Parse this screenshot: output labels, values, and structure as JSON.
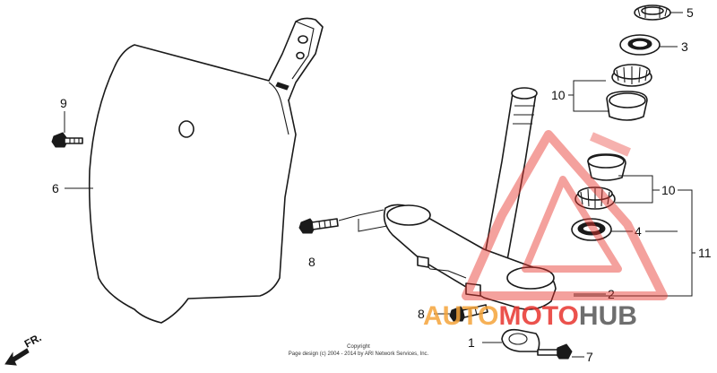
{
  "callouts": {
    "c1": "1",
    "c2": "2",
    "c3": "3",
    "c4": "4",
    "c5": "5",
    "c6": "6",
    "c7": "7",
    "c8a": "8",
    "c8b": "8",
    "c9": "9",
    "c10a": "10",
    "c10b": "10",
    "c11": "11"
  },
  "direction_label": "FR.",
  "copyright": {
    "line1": "Copyright",
    "line2": "Page design (c) 2004 - 2014 by ARI Network Services, Inc."
  },
  "watermark": {
    "part1": "AUTO",
    "part2": "MOTO",
    "part3": "HUB",
    "colors": {
      "orange": "#f5a43a",
      "red": "#e8352e",
      "gray": "#555555"
    }
  }
}
